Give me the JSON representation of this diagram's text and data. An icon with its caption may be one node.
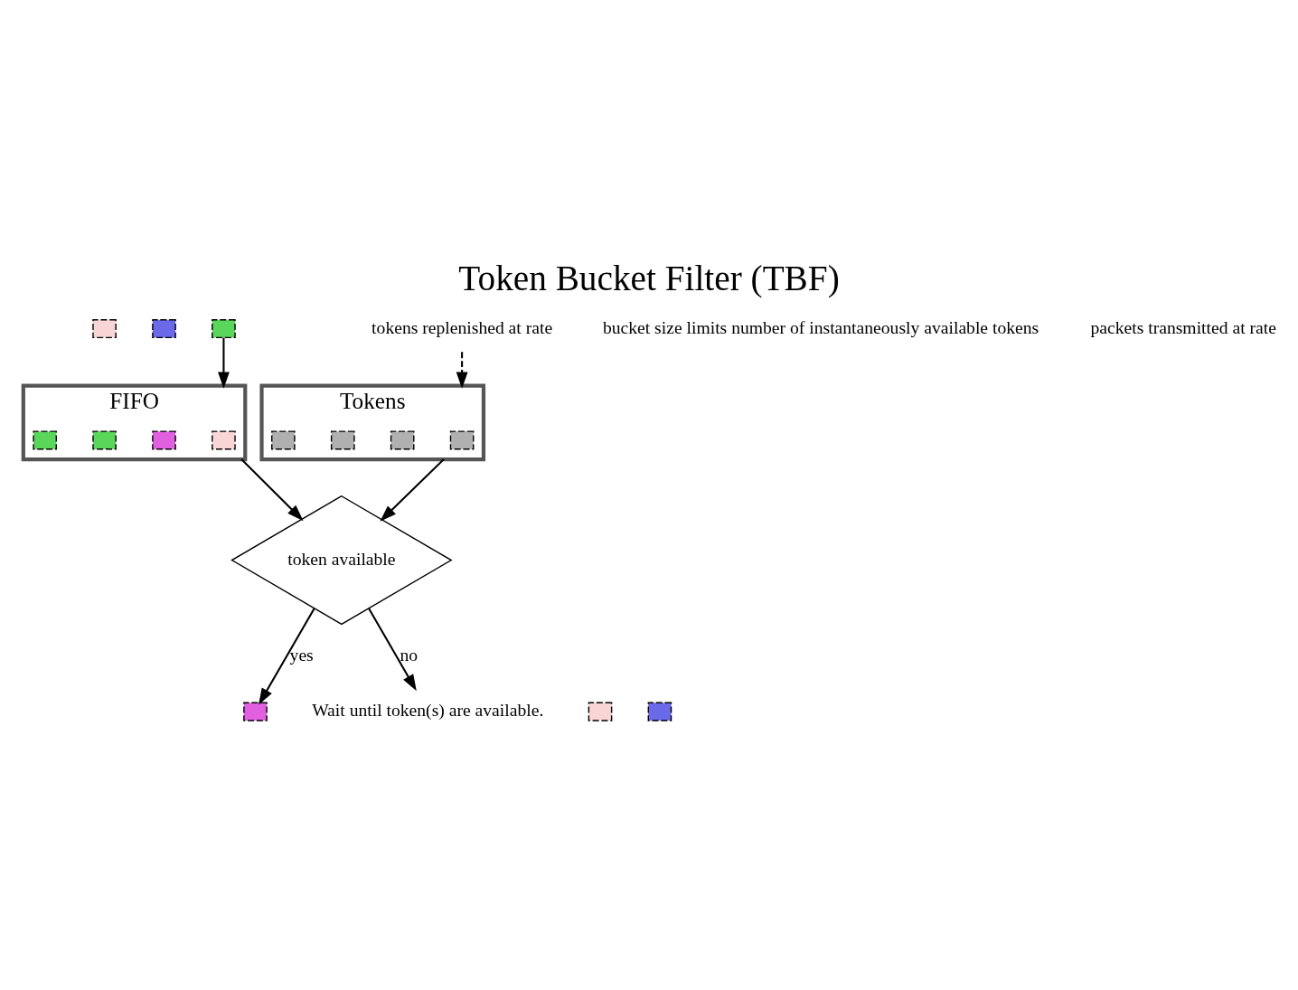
{
  "diagram": {
    "title": "Token Bucket Filter (TBF)",
    "nodes": [
      {
        "text": [],
        "shape": "box"
      },
      {
        "text": [],
        "shape": "box"
      },
      {
        "text": [],
        "shape": "box"
      },
      {
        "text": [
          "tokens replenished at rate"
        ]
      },
      {
        "text": [
          "FIFO"
        ]
      },
      {
        "text": [],
        "shape": "box",
        "in": 4
      },
      {
        "text": [],
        "shape": "box",
        "in": 4
      },
      {
        "text": [],
        "shape": "box",
        "in": 4
      },
      {
        "text": [],
        "shape": "box",
        "in": 4
      },
      {
        "text": [
          "Tokens"
        ]
      },
      {
        "text": [],
        "shape": "box",
        "in": 9
      },
      {
        "text": [],
        "shape": "box",
        "in": 9
      },
      {
        "text": [],
        "shape": "box",
        "in": 9
      },
      {
        "text": [],
        "shape": "box",
        "in": 9
      },
      {
        "text": [
          "token available"
        ]
      },
      {
        "text": [],
        "shape": "box"
      },
      {
        "text": [],
        "shape": "box"
      },
      {
        "text": [],
        "shape": "box"
      },
      {
        "text": [
          "Wait until token(s) are available."
        ]
      }
    ],
    "edges": [
      {
        "from": 2,
        "to": 4,
        "arrow": "to"
      },
      {
        "from": 3,
        "to": 9,
        "arrow": "to",
        "style": "dashed"
      },
      {
        "from": 4,
        "to": 14,
        "arrow": "to"
      },
      {
        "from": 9,
        "to": 14,
        "arrow": "to"
      },
      {
        "from": 14,
        "to": 15,
        "arrow": "to",
        "label": "yes"
      },
      {
        "from": 14,
        "to": 18,
        "arrow": "to",
        "label": "no"
      }
    ],
    "labels": [
      "bucket size limits number of instantaneously available tokens",
      "packets transmitted at rate"
    ]
  }
}
